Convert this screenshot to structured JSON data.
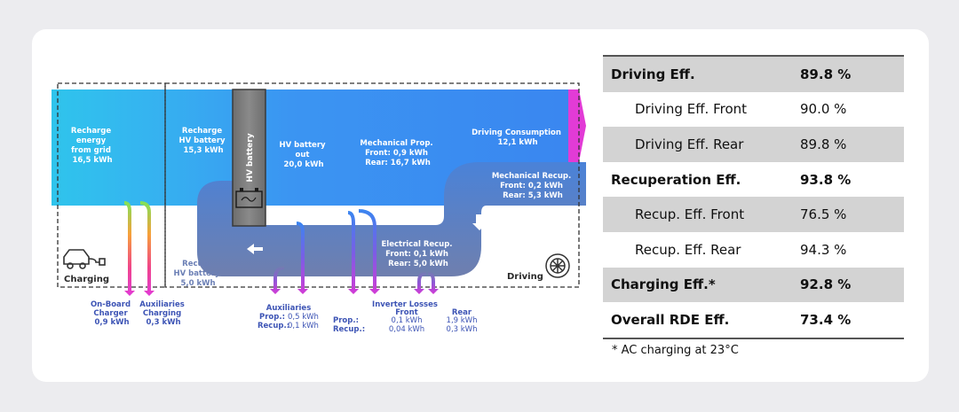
{
  "diagram": {
    "recharge_grid": {
      "label": [
        "Recharge",
        "energy",
        "from grid"
      ],
      "value": "16,5 kWh"
    },
    "recharge_hv": {
      "label": [
        "Recharge",
        "HV battery"
      ],
      "value": "15,3 kWh"
    },
    "hv_battery": "HV battery",
    "hv_out": {
      "label": [
        "HV battery",
        "out"
      ],
      "value": "20,0 kWh"
    },
    "mech_prop": {
      "label": "Mechanical Prop.",
      "front": "Front: 0,9 kWh",
      "rear": "Rear: 16,7 kWh"
    },
    "driving_consumption": {
      "label": "Driving Consumption",
      "value": "12,1 kWh"
    },
    "mech_recup": {
      "label": "Mechanical Recup.",
      "front": "Front: 0,2 kWh",
      "rear": "Rear: 5,3 kWh"
    },
    "elec_recup": {
      "label": "Electrical Recup.",
      "front": "Front: 0,1 kWh",
      "rear": "Rear: 5,0 kWh"
    },
    "recup_hv": {
      "label": [
        "Recup.",
        "HV battery"
      ],
      "value": "5,0 kWh"
    },
    "charging": "Charging",
    "driving": "Driving",
    "onboard_charger": {
      "label": [
        "On-Board",
        "Charger"
      ],
      "value": "0,9 kWh"
    },
    "aux_charging": {
      "label": [
        "Auxiliaries",
        "Charging"
      ],
      "value": "0,3 kWh"
    },
    "auxiliaries": {
      "label": "Auxiliaries",
      "prop_label": "Prop.:",
      "prop_value": "0,5 kWh",
      "recup_label": "Recup.:",
      "recup_value": "0,1 kWh"
    },
    "inverter": {
      "label": "Inverter Losses",
      "prop_label": "Prop.:",
      "recup_label": "Recup.:",
      "front_label": "Front",
      "front_prop": "0,1 kWh",
      "front_recup": "0,04 kWh",
      "rear_label": "Rear",
      "rear_prop": "1,9 kWh",
      "rear_recup": "0,3 kWh"
    }
  },
  "efficiency_table": {
    "rows": [
      {
        "name": "Driving Eff.",
        "value": "89.8 %",
        "bold": true,
        "shaded": true,
        "indent": false
      },
      {
        "name": "Driving Eff. Front",
        "value": "90.0 %",
        "bold": false,
        "shaded": false,
        "indent": true
      },
      {
        "name": "Driving Eff. Rear",
        "value": "89.8 %",
        "bold": false,
        "shaded": true,
        "indent": true
      },
      {
        "name": "Recuperation Eff.",
        "value": "93.8 %",
        "bold": true,
        "shaded": false,
        "indent": false
      },
      {
        "name": "Recup. Eff. Front",
        "value": "76.5 %",
        "bold": false,
        "shaded": true,
        "indent": true
      },
      {
        "name": "Recup. Eff. Rear",
        "value": "94.3 %",
        "bold": false,
        "shaded": false,
        "indent": true
      },
      {
        "name": "Charging Eff.*",
        "value": "92.8 %",
        "bold": true,
        "shaded": true,
        "indent": false
      },
      {
        "name": "Overall RDE Eff.",
        "value": "73.4 %",
        "bold": true,
        "shaded": false,
        "indent": false
      }
    ],
    "footnote": "* AC charging at 23°C"
  },
  "colors": {
    "cyan": "#2fc4ec",
    "blue": "#3a8ef0",
    "slate": "#6f7fae",
    "magenta": "#e23bd6",
    "label_blue": "#3d54b5"
  }
}
